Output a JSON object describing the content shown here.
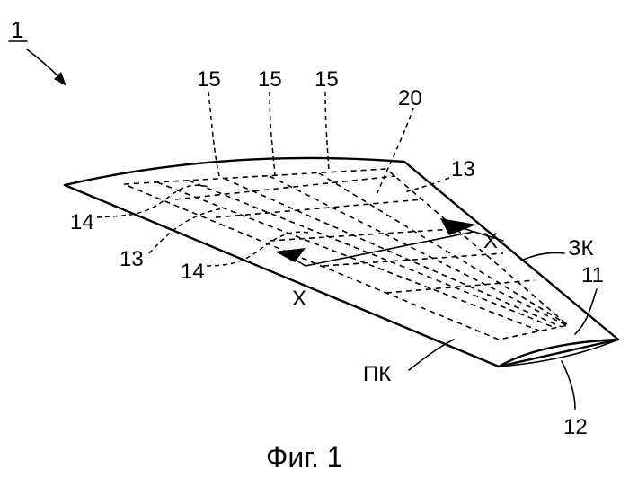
{
  "figure": {
    "number": "1",
    "caption": "Фиг. 1",
    "labels": {
      "rib": "15",
      "panel": "20",
      "spar": "13",
      "stringer": "14",
      "section": "Х",
      "trailing_edge": "ЗК",
      "leading_edge": "ПК",
      "upper_skin": "11",
      "lower_skin": "12"
    }
  }
}
